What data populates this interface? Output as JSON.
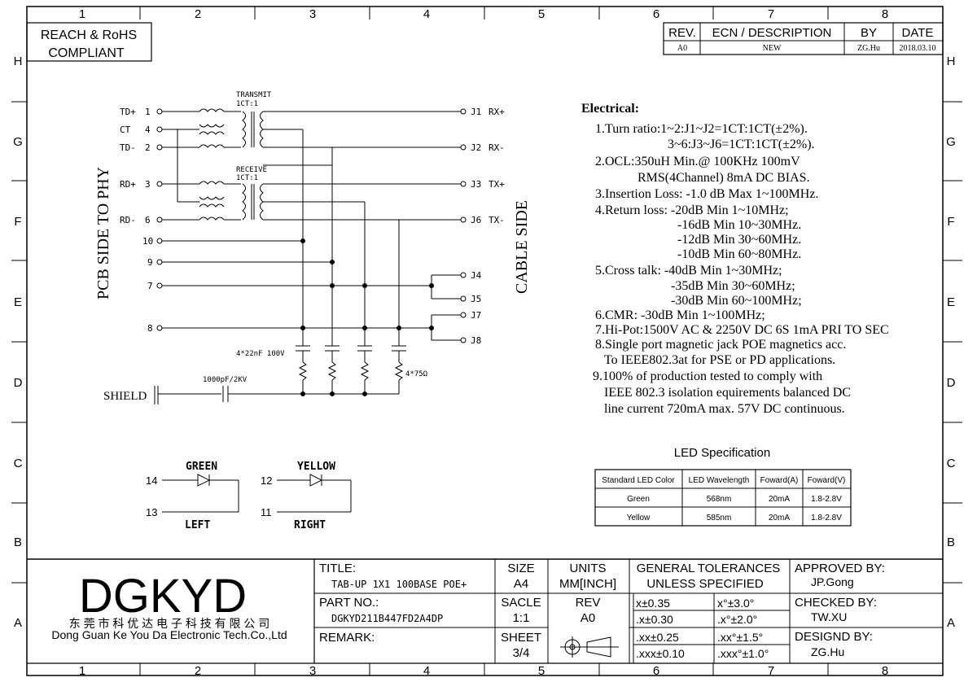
{
  "zones": {
    "columns": [
      "1",
      "2",
      "3",
      "4",
      "5",
      "6",
      "7",
      "8"
    ],
    "rows": [
      "H",
      "G",
      "F",
      "E",
      "D",
      "C",
      "B",
      "A"
    ]
  },
  "compliance": [
    "REACH & RoHS",
    "COMPLIANT"
  ],
  "revision_table": {
    "headers": [
      "REV.",
      "ECN / DESCRIPTION",
      "BY",
      "DATE"
    ],
    "row": [
      "A0",
      "NEW",
      "ZG.Hu",
      "2018.03.10"
    ]
  },
  "schematic": {
    "left_side_label": "PCB SIDE TO PHY",
    "right_side_label": "CABLE SIDE",
    "transmit_label": "TRANSMIT",
    "transmit_ratio": "1CT:1",
    "receive_label": "RECEIVE",
    "receive_ratio": "1CT:1",
    "left_pins": [
      {
        "name": "TD+",
        "num": "1"
      },
      {
        "name": "CT",
        "num": "4"
      },
      {
        "name": "TD-",
        "num": "2"
      },
      {
        "name": "RD+",
        "num": "3"
      },
      {
        "name": "RD-",
        "num": "6"
      }
    ],
    "poe_pins": [
      "10",
      "9",
      "7",
      "8"
    ],
    "right_pins": [
      {
        "num": "J1",
        "name": "RX+"
      },
      {
        "num": "J2",
        "name": "RX-"
      },
      {
        "num": "J3",
        "name": "TX+"
      },
      {
        "num": "J6",
        "name": "TX-"
      }
    ],
    "right_pins_extra": [
      "J4",
      "J5",
      "J7",
      "J8"
    ],
    "cap_label": "4*22nF 100V",
    "res_label": "4*75Ω",
    "shield_cap_label": "1000pF/2KV",
    "shield_label": "SHIELD",
    "leds": [
      {
        "color": "GREEN",
        "pin_a": "14",
        "pin_k": "13",
        "side": "LEFT"
      },
      {
        "color": "YELLOW",
        "pin_a": "12",
        "pin_k": "11",
        "side": "RIGHT"
      }
    ]
  },
  "electrical": {
    "heading": "Electrical:",
    "lines": [
      "1.Turn ratio:1~2:J1~J2=1CT:1CT(±2%).",
      "3~6:J3~J6=1CT:1CT(±2%).",
      "2.OCL:350uH Min.@ 100KHz 100mV",
      "RMS(4Channel) 8mA DC BIAS.",
      "3.Insertion Loss: -1.0 dB Max 1~100MHz.",
      "4.Return loss: -20dB Min 1~10MHz;",
      "-16dB Min 10~30MHz.",
      "-12dB Min 30~60MHz.",
      "-10dB Min 60~80MHz.",
      "5.Cross talk: -40dB Min 1~30MHz;",
      "-35dB Min 30~60MHz;",
      "-30dB Min 60~100MHz;",
      "6.CMR: -30dB Min 1~100MHz;",
      "7.Hi-Pot:1500V AC & 2250V DC 6S 1mA PRI TO SEC",
      "8.Single port magnetic jack POE magnetics acc.",
      "To IEEE802.3at for  PSE or  PD   applications.",
      "9.100% of production tested to comply with",
      "IEEE 802.3 isolation equirements balanced DC",
      "line current 720mA max. 57V DC continuous."
    ]
  },
  "led_spec": {
    "title": "LED Specification",
    "headers": [
      "Standard LED Color",
      "LED Wavelength",
      "Foward(A)",
      "Foward(V)"
    ],
    "rows": [
      [
        "Green",
        "568nm",
        "20mA",
        "1.8-2.8V"
      ],
      [
        "Yellow",
        "585nm",
        "20mA",
        "1.8-2.8V"
      ]
    ]
  },
  "title_block": {
    "logo": "DGKYD",
    "company_cn": "东 莞 市 科 优 达 电 子 科 技 有 限 公 司",
    "company_en": "Dong Guan Ke You Da Electronic Tech.Co.,Ltd",
    "title_label": "TITLE:",
    "title_value": "TAB-UP 1X1 100BASE POE+",
    "part_label": "PART NO.:",
    "part_value": "DGKYD211B447FD2A4DP",
    "remark_label": "REMARK:",
    "size_label": "SIZE",
    "size_value": "A4",
    "units_label": "UNITS",
    "units_value": "MM[INCH]",
    "scale_label": "SACLE",
    "scale_value": "1:1",
    "rev_label": "REV",
    "rev_value": "A0",
    "sheet_label": "SHEET",
    "sheet_value": "3/4",
    "tolerances_title": [
      "GENERAL TOLERANCES",
      "UNLESS SPECIFIED"
    ],
    "tolerances": [
      [
        "x±0.35",
        "x°±3.0°"
      ],
      [
        ".x±0.30",
        ".x°±2.0°"
      ],
      [
        ".xx±0.25",
        ".xx°±1.5°"
      ],
      [
        ".xxx±0.10",
        ".xxx°±1.0°"
      ]
    ],
    "approved_label": "APPROVED BY:",
    "approved_value": "JP.Gong",
    "checked_label": "CHECKED BY:",
    "checked_value": "TW.XU",
    "designed_label": "DESIGND BY:",
    "designed_value": "ZG.Hu"
  }
}
